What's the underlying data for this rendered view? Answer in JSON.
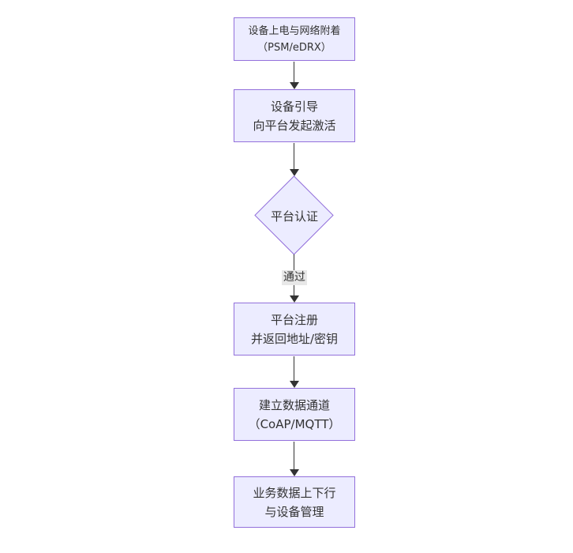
{
  "diagram": {
    "type": "flowchart",
    "direction": "top-down",
    "colors": {
      "node_fill": "#ECECFF",
      "node_border": "#9370DB",
      "node_text": "#333333",
      "edge_line": "#333333",
      "edge_label_bg": "#e8e8e8",
      "background": "#ffffff"
    },
    "nodes": [
      {
        "id": "n1",
        "shape": "rect",
        "line1": "设备上电与网络附着",
        "line2": "（PSM/eDRX）"
      },
      {
        "id": "n2",
        "shape": "rect",
        "line1": "设备引导",
        "line2": "向平台发起激活"
      },
      {
        "id": "n3",
        "shape": "diamond",
        "line1": "平台认证",
        "line2": ""
      },
      {
        "id": "n4",
        "shape": "rect",
        "line1": "平台注册",
        "line2": "并返回地址/密钥"
      },
      {
        "id": "n5",
        "shape": "rect",
        "line1": "建立数据通道",
        "line2": "（CoAP/MQTT）"
      },
      {
        "id": "n6",
        "shape": "rect",
        "line1": "业务数据上下行",
        "line2": "与设备管理"
      }
    ],
    "edges": [
      {
        "from": "n1",
        "to": "n2",
        "label": ""
      },
      {
        "from": "n2",
        "to": "n3",
        "label": ""
      },
      {
        "from": "n3",
        "to": "n4",
        "label": "通过"
      },
      {
        "from": "n4",
        "to": "n5",
        "label": ""
      },
      {
        "from": "n5",
        "to": "n6",
        "label": ""
      }
    ]
  }
}
